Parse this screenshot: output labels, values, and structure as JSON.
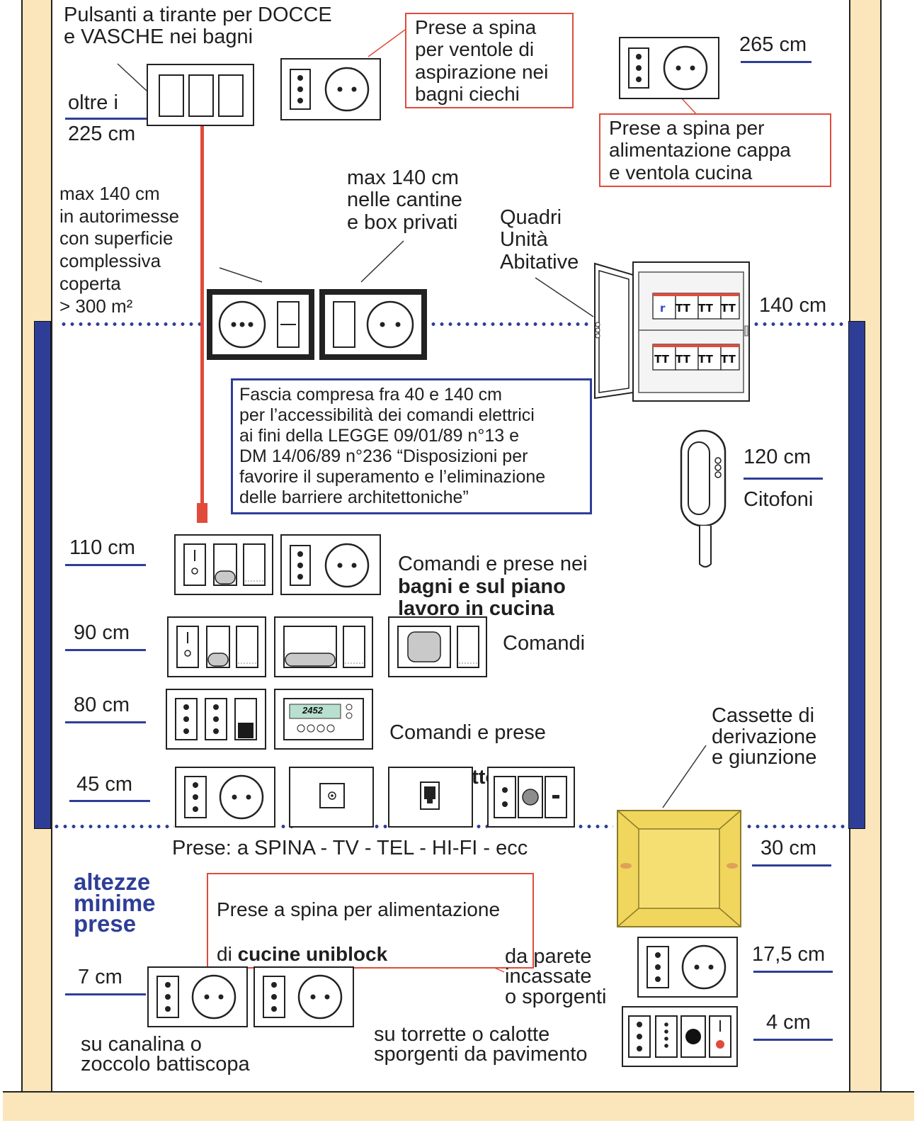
{
  "labels": {
    "pull_switches": "Pulsanti a tirante per DOCCE\ne VASCHE nei bagni",
    "oltre": "oltre i",
    "h225": "225 cm",
    "box_fans": "Prese a spina\nper ventole di\naspirazione nei\nbagni ciechi",
    "h265": "265 cm",
    "box_hood": "Prese a spina per\nalimentazione cappa\ne ventola cucina",
    "garage": "max 140 cm\nin autorimesse\ncon superficie\ncomplessiva\ncoperta\n> 300 m²",
    "cellars": "max 140 cm\nnelle cantine\ne box privati",
    "panels": "Quadri\nUnità\nAbitative",
    "h140": "140 cm",
    "accessibility": "Fascia compresa fra 40 e 140 cm\nper l’accessibilità dei comandi elettrici\nai fini della LEGGE 09/01/89 n°13 e\nDM 14/06/89 n°236 “Disposizioni per\nfavorire il superamento e l’eliminazione\ndelle barriere architettoniche”",
    "h120": "120 cm",
    "intercom": "Citofoni",
    "h110": "110 cm",
    "bath_kitchen_1": "Comandi e prese nei",
    "bath_kitchen_2": "bagni e sul piano\nlavoro in cucina",
    "h90": "90 cm",
    "commands": "Comandi",
    "h80": "80 cm",
    "bedhead_1": "Comandi e prese",
    "bedhead_2a": "a ",
    "bedhead_2b": "testaletto",
    "junction": "Cassette di\nderivazione\ne giunzione",
    "h45": "45 cm",
    "sockets": "Prese: a SPINA - TV - TEL - HI-FI - ecc",
    "h30": "30 cm",
    "title": "altezze\nminime\nprese",
    "uniblock_1": "Prese a spina per alimentazione",
    "uniblock_2a": "di ",
    "uniblock_2b": "cucine uniblock",
    "wall_mounted": "da parete\nincassate\no sporgenti",
    "h17": "17,5 cm",
    "h7": "7 cm",
    "h4": "4 cm",
    "baseboard": "su canalina o\nzoccolo battiscopa",
    "floor_boxes": "su torrette o calotte\nsporgenti da pavimento",
    "display_text": "2452"
  },
  "colors": {
    "wall": "#fbe6bb",
    "band_blue": "#2e3e97",
    "red_line": "#e04b3c",
    "junction_box": "#f0d65c"
  }
}
